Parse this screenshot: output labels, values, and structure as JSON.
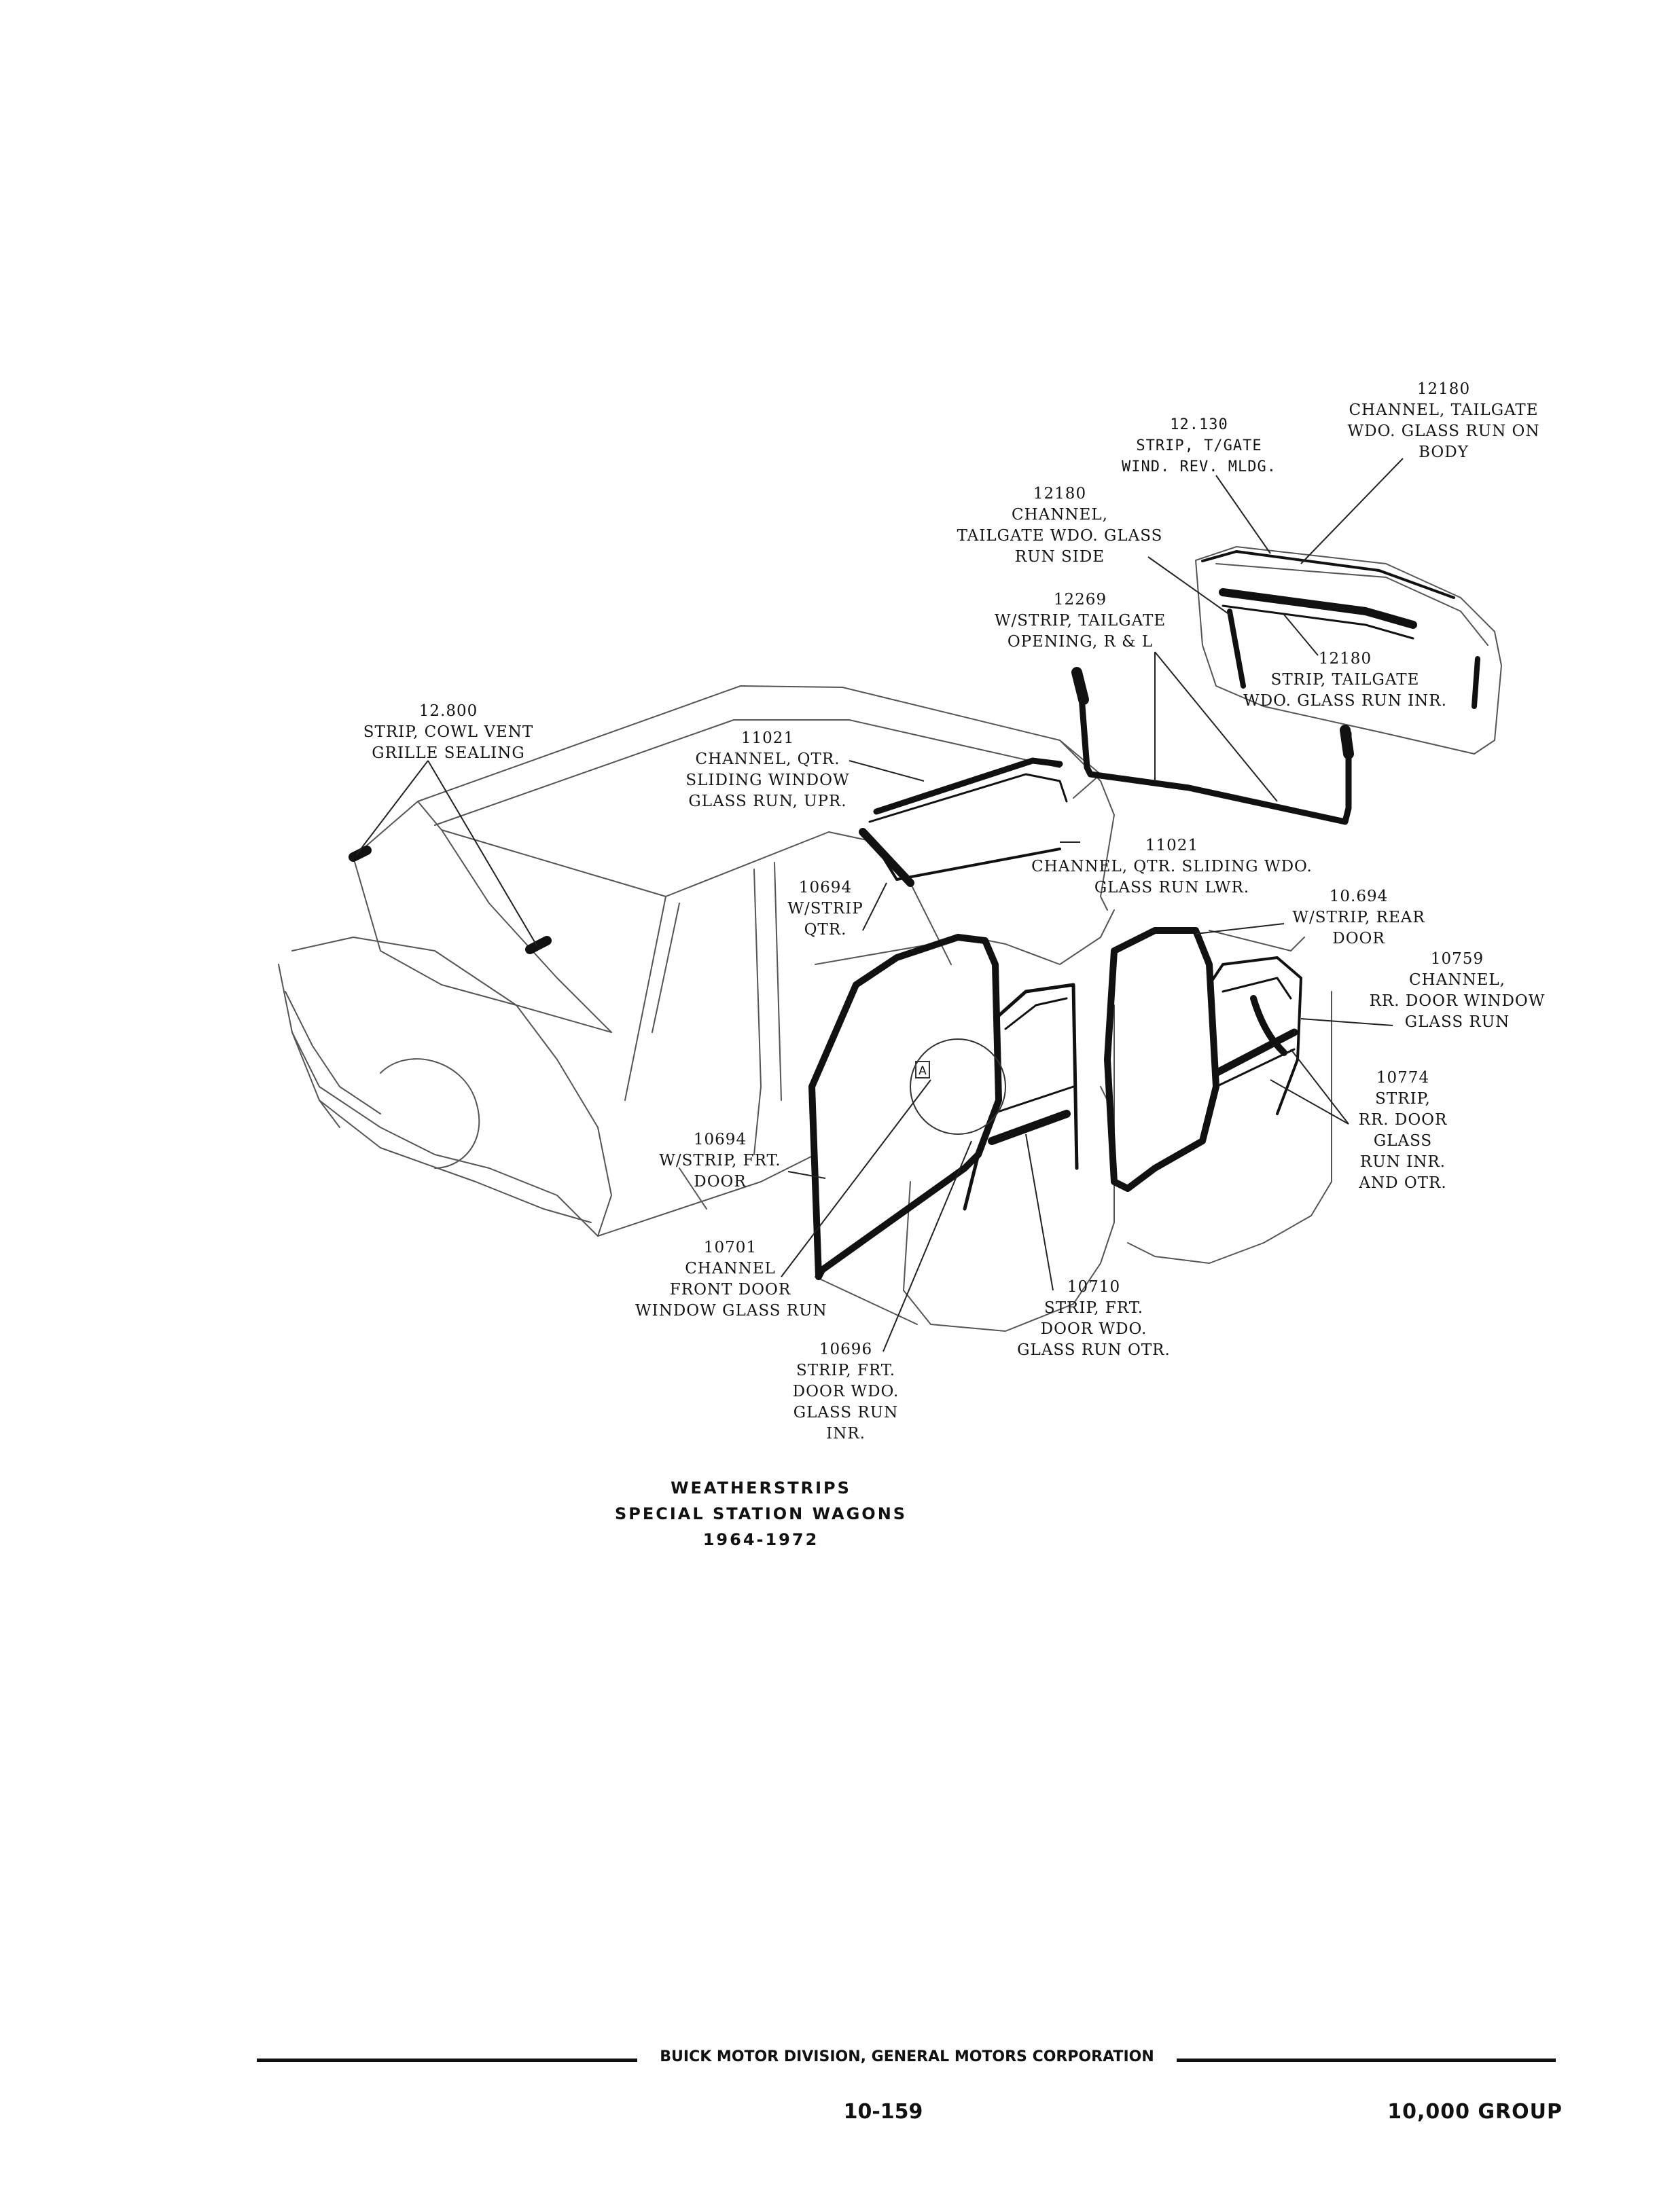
{
  "callouts": [
    {
      "id": "c12180-body",
      "lines": [
        "12180",
        "CHANNEL, TAILGATE",
        "WDO. GLASS RUN ON",
        "BODY"
      ]
    },
    {
      "id": "c12130",
      "lines": [
        "12.130",
        "STRIP, T/GATE",
        "WIND. REV. MLDG."
      ]
    },
    {
      "id": "c12180-side",
      "lines": [
        "12180",
        "CHANNEL,",
        "TAILGATE WDO. GLASS",
        "RUN SIDE"
      ]
    },
    {
      "id": "c12269",
      "lines": [
        "12269",
        "W/STRIP, TAILGATE",
        "OPENING, R & L"
      ]
    },
    {
      "id": "c12180-inr",
      "lines": [
        "12180",
        "STRIP, TAILGATE",
        "WDO. GLASS RUN INR."
      ]
    },
    {
      "id": "c12800",
      "lines": [
        "12.800",
        "STRIP, COWL VENT",
        "GRILLE SEALING"
      ]
    },
    {
      "id": "c11021-upr",
      "lines": [
        "11021",
        "CHANNEL, QTR.",
        "SLIDING WINDOW",
        "GLASS RUN, UPR."
      ]
    },
    {
      "id": "c11021-lwr",
      "lines": [
        "11021",
        "CHANNEL, QTR. SLIDING WDO.",
        "GLASS RUN LWR."
      ]
    },
    {
      "id": "c10694-qtr",
      "lines": [
        "10694",
        "W/STRIP",
        "QTR."
      ]
    },
    {
      "id": "c10694-rear",
      "lines": [
        "10.694",
        "W/STRIP, REAR",
        "DOOR"
      ]
    },
    {
      "id": "c10759",
      "lines": [
        "10759",
        "CHANNEL,",
        "RR. DOOR WINDOW",
        "GLASS RUN"
      ]
    },
    {
      "id": "c10774",
      "lines": [
        "10774",
        "STRIP,",
        "RR. DOOR",
        "GLASS",
        "RUN INR.",
        "AND OTR."
      ]
    },
    {
      "id": "c10694-frt",
      "lines": [
        "10694",
        "W/STRIP, FRT.",
        "DOOR"
      ]
    },
    {
      "id": "c10701",
      "lines": [
        "10701",
        "CHANNEL",
        "FRONT DOOR",
        "WINDOW GLASS RUN"
      ]
    },
    {
      "id": "c10710",
      "lines": [
        "10710",
        "STRIP, FRT.",
        "DOOR WDO.",
        "GLASS RUN OTR."
      ]
    },
    {
      "id": "c10696",
      "lines": [
        "10696",
        "STRIP, FRT.",
        "DOOR WDO.",
        "GLASS RUN",
        "INR."
      ]
    }
  ],
  "detail_marker": "A",
  "caption": [
    "WEATHERSTRIPS",
    "SPECIAL STATION WAGONS",
    "1964-1972"
  ],
  "footer": {
    "corporation": "BUICK MOTOR DIVISION, GENERAL MOTORS CORPORATION",
    "page_number": "10-159",
    "group": "10,000 GROUP"
  }
}
